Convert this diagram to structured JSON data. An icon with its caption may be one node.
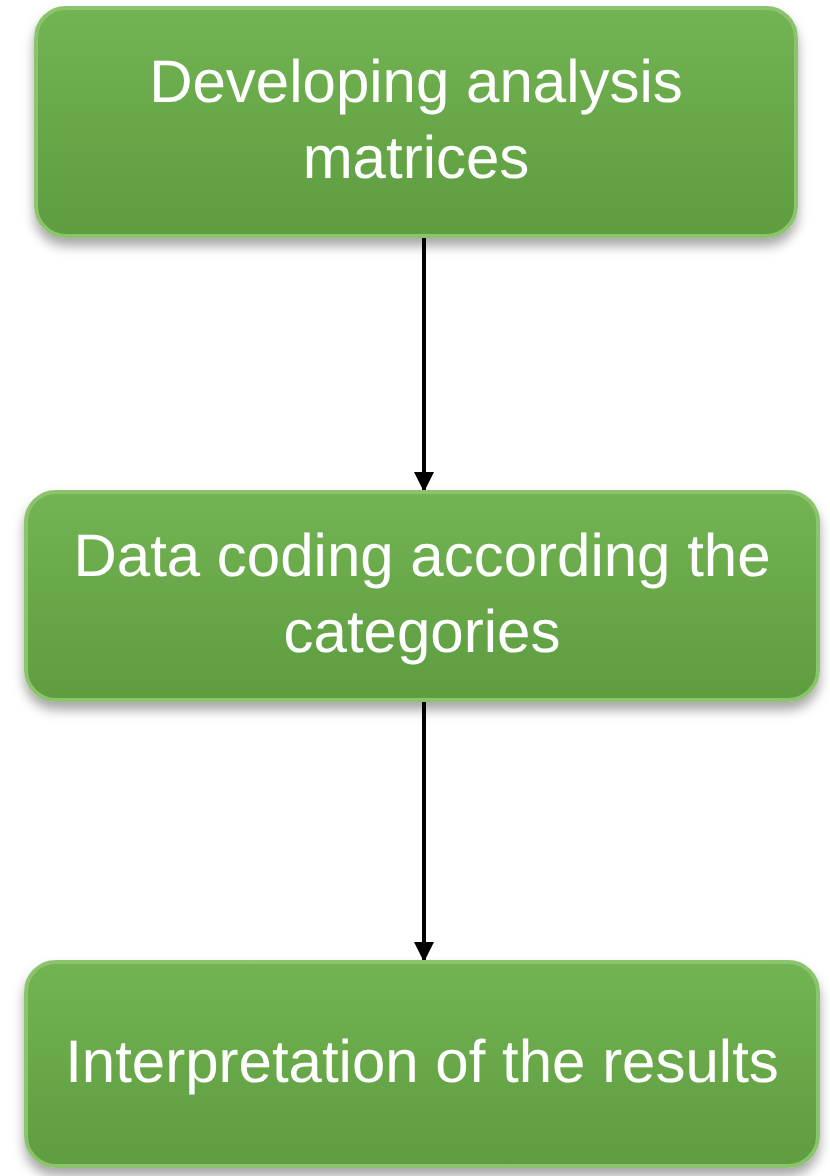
{
  "diagram": {
    "nodes": [
      {
        "text": [
          "Developing analysis matrices"
        ]
      },
      {
        "text": [
          "Data coding according the categories"
        ]
      },
      {
        "text": [
          "Interpretation of the results"
        ]
      }
    ],
    "edges": [
      {
        "from": 0,
        "to": 1,
        "arrow": "to"
      },
      {
        "from": 1,
        "to": 2,
        "arrow": "to"
      }
    ]
  }
}
